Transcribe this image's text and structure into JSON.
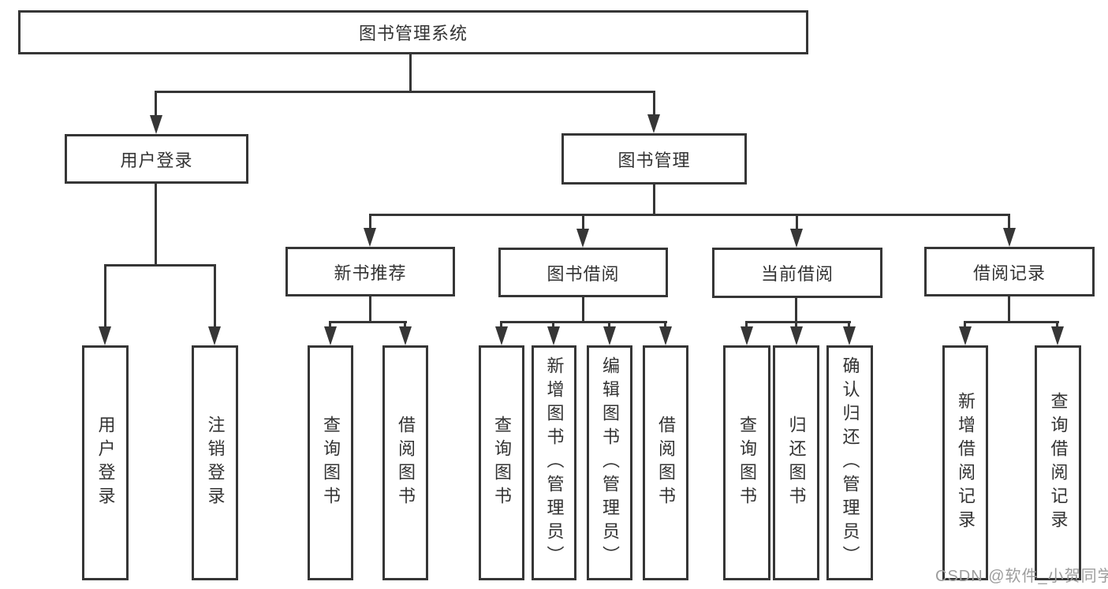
{
  "diagram": {
    "root": "图书管理系统",
    "level2": {
      "user_login": "用户登录",
      "book_management": "图书管理"
    },
    "level3": {
      "new_book_recommend": "新书推荐",
      "book_borrow": "图书借阅",
      "current_borrow": "当前借阅",
      "borrow_record": "借阅记录"
    },
    "leaves": {
      "user_login": "用户登录",
      "logout": "注销登录",
      "nbr_query_book": "查询图书",
      "nbr_borrow_book": "借阅图书",
      "bb_query_book": "查询图书",
      "bb_add_book_admin": "新增图书（管理员）",
      "bb_edit_book_admin": "编辑图书（管理员）",
      "bb_borrow_book": "借阅图书",
      "cb_query_book": "查询图书",
      "cb_return_book": "归还图书",
      "cb_confirm_return_admin": "确认归还（管理员）",
      "br_add_record": "新增借阅记录",
      "br_query_record": "查询借阅记录"
    }
  },
  "watermark": "CSDN @软件_小贺同学",
  "colors": {
    "line": "#363636",
    "text": "#333333",
    "watermark": "#9d9d9d",
    "background": "#ffffff"
  }
}
